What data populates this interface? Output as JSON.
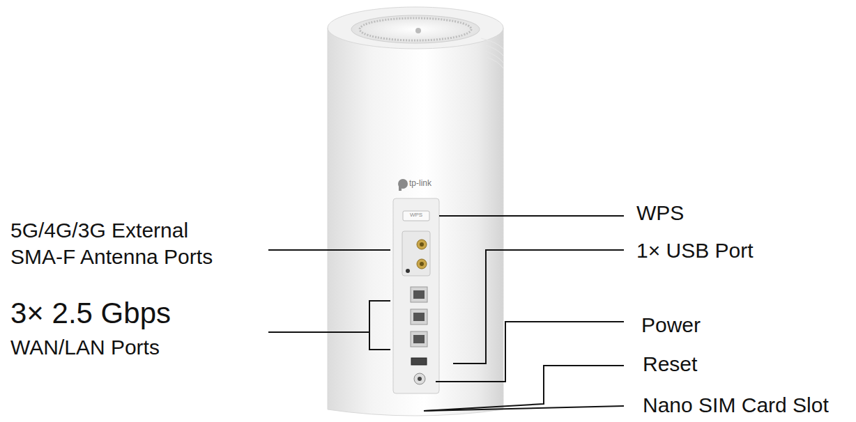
{
  "diagram": {
    "labels": [
      "5G/4G/3G External SMA-F Antenna Ports",
      "3× 2.5 Gbps",
      "WAN/LAN Ports",
      "WPS",
      "1× USB Port",
      "Power",
      "Reset",
      "Nano SIM Card Slot",
      "tp-link",
      "WPS"
    ]
  }
}
